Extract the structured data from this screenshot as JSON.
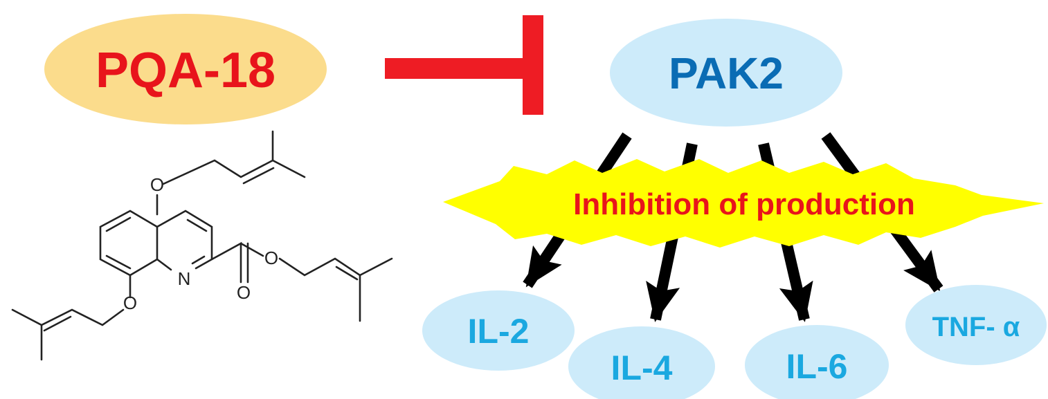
{
  "drug": {
    "label": "PQA-18",
    "fill": "#FBDC8C",
    "text_color": "#E8141B"
  },
  "target": {
    "label": "PAK2",
    "fill": "#CDEBFA",
    "text_color": "#0A6CB4"
  },
  "inhibit_symbol": {
    "color": "#EE1C24"
  },
  "effect": {
    "label": "Inhibition of production",
    "fill": "#FFFF00",
    "text_color": "#E8141B"
  },
  "cytokines": [
    {
      "label": "IL-2"
    },
    {
      "label": "IL-4"
    },
    {
      "label": "IL-6"
    },
    {
      "label": "TNF- α"
    }
  ],
  "cytokine_style": {
    "fill": "#CDEBFA",
    "text_color": "#1AA8E0"
  },
  "structure": {
    "atoms": {
      "o1": "O",
      "n": "N",
      "o2": "O",
      "o3": "O",
      "o4": "O"
    }
  }
}
